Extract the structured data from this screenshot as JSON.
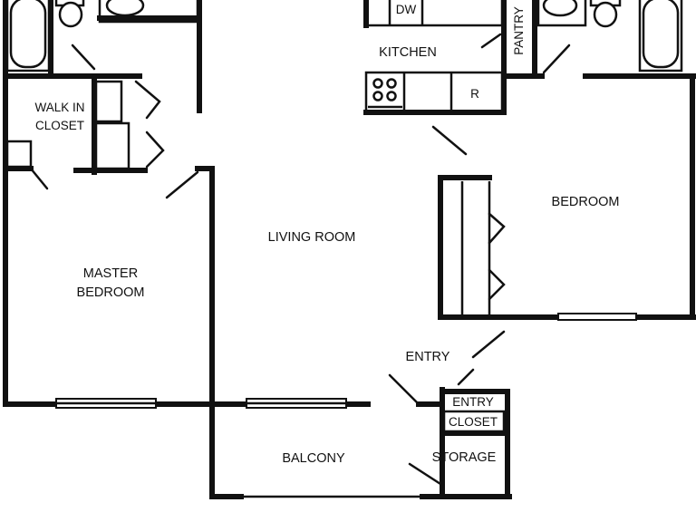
{
  "rooms": {
    "walk_in_closet": [
      "WALK IN",
      "CLOSET"
    ],
    "kitchen": "KITCHEN",
    "pantry": "PANTRY",
    "dishwasher": "DW",
    "refrigerator": "R",
    "bedroom": "BEDROOM",
    "living_room": "LIVING ROOM",
    "master_bedroom": [
      "MASTER",
      "BEDROOM"
    ],
    "entry": "ENTRY",
    "entry_closet": [
      "ENTRY",
      "CLOSET"
    ],
    "balcony": "BALCONY",
    "storage": "STORAGE"
  }
}
